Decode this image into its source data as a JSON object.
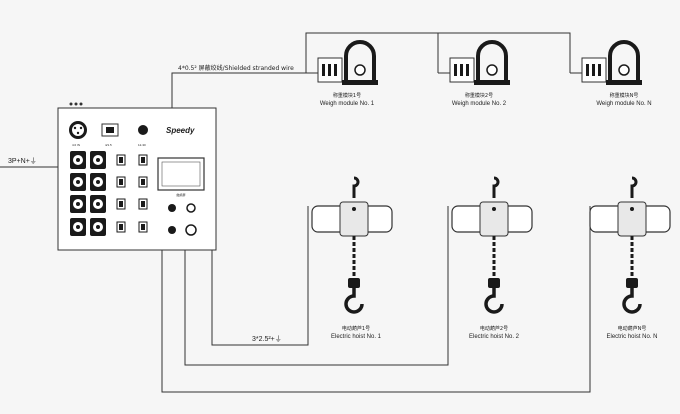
{
  "power_input": {
    "label": "3P+N+⏚"
  },
  "cable_top": {
    "label": "4*0.5² 屏蔽绞线/Shielded stranded wire"
  },
  "cable_hoist": {
    "label": "3*2.5²+⏚"
  },
  "weigh_modules": [
    {
      "cn": "称重模块1号",
      "en": "Weigh module No. 1"
    },
    {
      "cn": "称重模块2号",
      "en": "Weigh module No. 2"
    },
    {
      "cn": "称重模块N号",
      "en": "Weigh module No. N"
    }
  ],
  "hoists": [
    {
      "cn": "电动葫芦1号",
      "en": "Electric hoist No. 1"
    },
    {
      "cn": "电动葫芦2号",
      "en": "Electric hoist No. 2"
    },
    {
      "cn": "电动葫芦N号",
      "en": "Electric hoist No. N"
    }
  ],
  "control_box": {
    "brand": "Speedy",
    "top_labels": [
      "○○○",
      "4.0 IN",
      "4/1.5",
      "12-30"
    ],
    "screen_caption": "触摸屏"
  },
  "colors": {
    "line": "#333333",
    "panel": "#ffffff",
    "socket": "#1a1a1a",
    "background": "#f6f6f6"
  }
}
